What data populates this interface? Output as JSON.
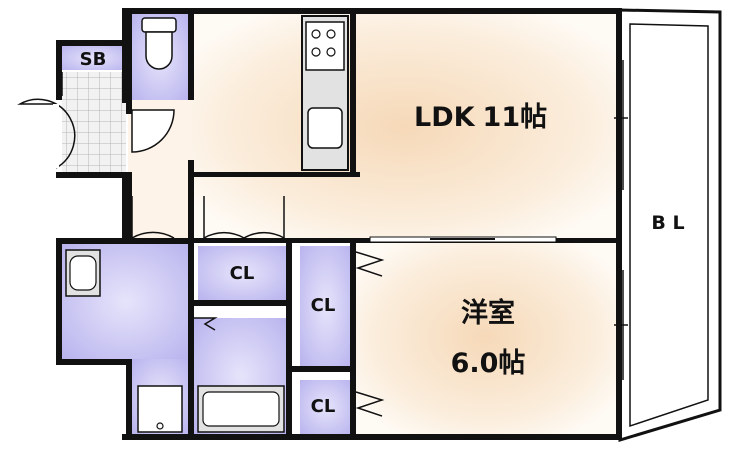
{
  "rooms": {
    "ldk": {
      "line1": "LDK",
      "line2": "11帖"
    },
    "western": {
      "name": "洋室",
      "size": "6.0帖"
    },
    "shoe_box": "SB",
    "balcony": "B L",
    "closet_1": "CL",
    "closet_2": "CL",
    "closet_3": "CL"
  },
  "colors": {
    "wall": "#111111",
    "room_glow": "#f7dfc4",
    "room_base": "#fdf8f1",
    "wet_area": "#c7c3f2",
    "fixture": "#d9d9d9"
  }
}
